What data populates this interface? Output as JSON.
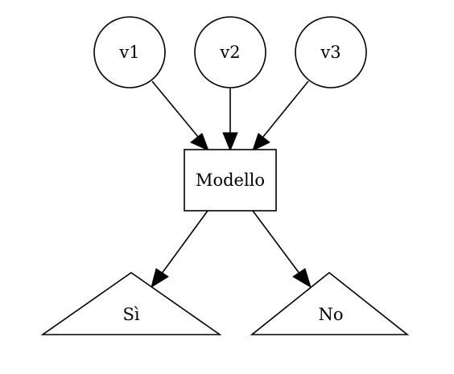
{
  "diagram": {
    "nodes": {
      "v1": {
        "label": "v1"
      },
      "v2": {
        "label": "v2"
      },
      "v3": {
        "label": "v3"
      },
      "model": {
        "label": "Modello"
      },
      "yes": {
        "label": "Sì"
      },
      "no": {
        "label": "No"
      }
    },
    "edges": [
      {
        "from": "v1",
        "to": "model"
      },
      {
        "from": "v2",
        "to": "model"
      },
      {
        "from": "v3",
        "to": "model"
      },
      {
        "from": "model",
        "to": "yes"
      },
      {
        "from": "model",
        "to": "no"
      }
    ],
    "colors": {
      "stroke": "#000000",
      "fill": "#ffffff",
      "text": "#000000"
    }
  }
}
